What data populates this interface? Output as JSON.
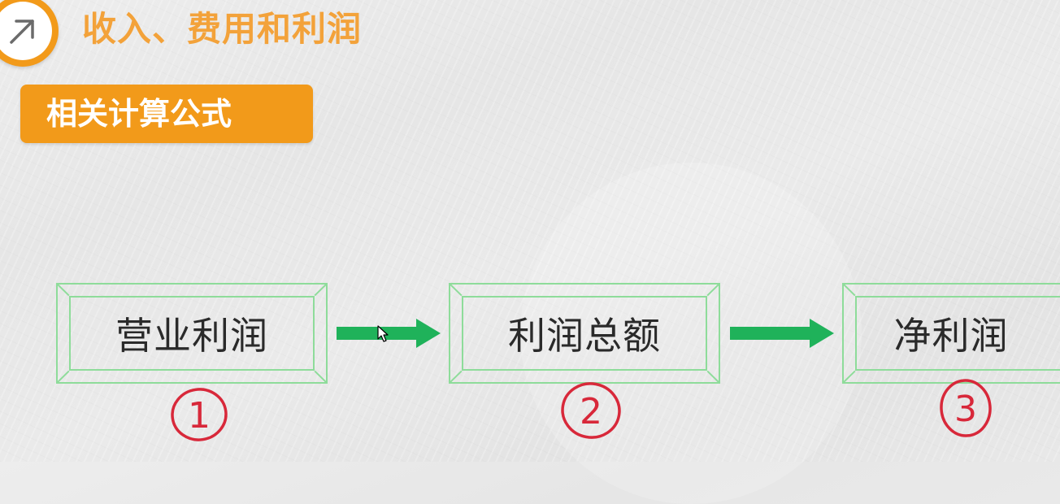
{
  "header": {
    "title": "收入、费用和利润",
    "icon": "arrow-up-right-icon",
    "accent_color": "#f29a1a",
    "title_color": "#f3a23a"
  },
  "section": {
    "label": "相关计算公式"
  },
  "flow": {
    "steps": [
      {
        "label": "营业利润",
        "marker": "1"
      },
      {
        "label": "利润总额",
        "marker": "2"
      },
      {
        "label": "净利润",
        "marker": "3"
      }
    ],
    "box_border_color": "#8edc9a",
    "arrow_color": "#1fb25a",
    "marker_color": "#d8283a"
  }
}
